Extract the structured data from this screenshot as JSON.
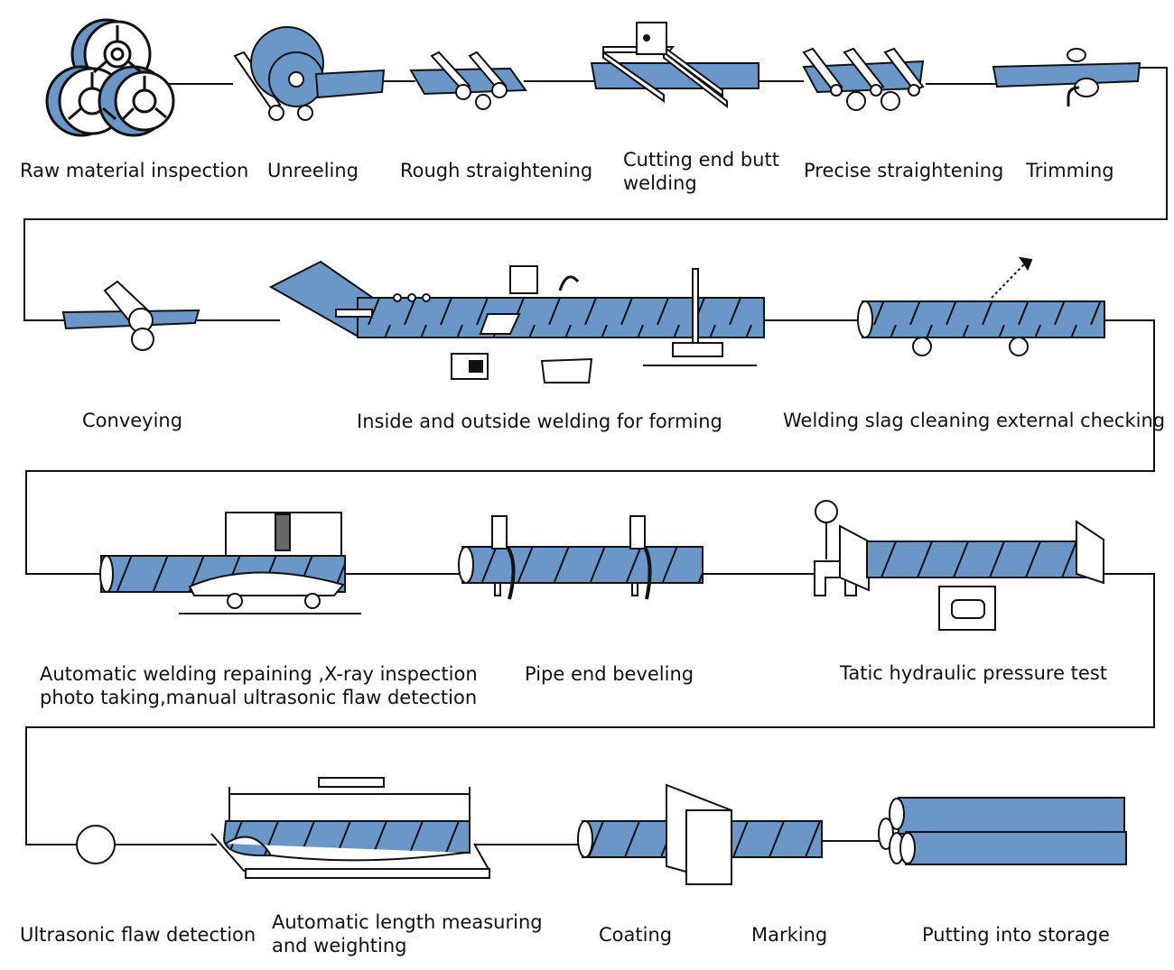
{
  "colors": {
    "pipe_blue": "#6b96c8",
    "line": "#111111",
    "background": "#ffffff"
  },
  "steps": {
    "raw_material_inspection": "Raw material inspection",
    "unreeling": "Unreeling",
    "rough_straightening": "Rough straightening",
    "cutting_end_butt_welding": "Cutting end butt\nwelding",
    "precise_straightening": "Precise straightening",
    "trimming": "Trimming",
    "conveying": "Conveying",
    "inside_outside_welding": "Inside and outside welding for forming",
    "welding_slag_cleaning": "Welding slag cleaning external checking",
    "automatic_welding_repairing": "Automatic welding repaining ,X-ray inspection\nphoto taking,manual ultrasonic flaw detection",
    "pipe_end_beveling": "Pipe end beveling",
    "hydraulic_pressure_test": "Tatic hydraulic pressure test",
    "ultrasonic_flaw_detection": "Ultrasonic flaw detection",
    "length_measuring_weighting": "Automatic length measuring\nand weighting",
    "coating": "Coating",
    "marking": "Marking",
    "putting_into_storage": "Putting into storage"
  },
  "icons": [
    "steel-coil-icon",
    "roller-icon",
    "welding-machine-icon",
    "control-box-icon",
    "pressure-gauge-icon",
    "ultrasonic-probe-icon",
    "scale-icon",
    "storage-pipes-icon"
  ]
}
